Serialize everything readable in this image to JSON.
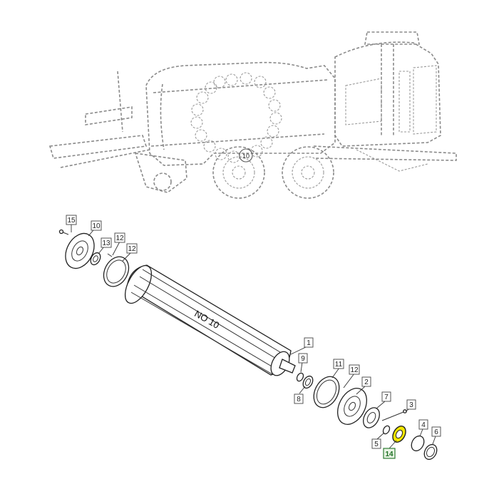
{
  "diagram": {
    "roller_label": "NO 10",
    "machine_roller_number": "10",
    "highlight_color": "#f2e600",
    "callouts": [
      {
        "id": "15",
        "text": "15",
        "highlighted": false
      },
      {
        "id": "10",
        "text": "10",
        "highlighted": false
      },
      {
        "id": "13",
        "text": "13",
        "highlighted": false
      },
      {
        "id": "12a",
        "text": "12",
        "highlighted": false
      },
      {
        "id": "1",
        "text": "1",
        "highlighted": false
      },
      {
        "id": "9",
        "text": "9",
        "highlighted": false
      },
      {
        "id": "11",
        "text": "11",
        "highlighted": false
      },
      {
        "id": "12b",
        "text": "12",
        "highlighted": false
      },
      {
        "id": "2",
        "text": "2",
        "highlighted": false
      },
      {
        "id": "8",
        "text": "8",
        "highlighted": false
      },
      {
        "id": "7",
        "text": "7",
        "highlighted": false
      },
      {
        "id": "3",
        "text": "3",
        "highlighted": false
      },
      {
        "id": "5",
        "text": "5",
        "highlighted": false
      },
      {
        "id": "4",
        "text": "4",
        "highlighted": false
      },
      {
        "id": "6",
        "text": "6",
        "highlighted": false
      },
      {
        "id": "14",
        "text": "14",
        "highlighted": true
      }
    ]
  }
}
